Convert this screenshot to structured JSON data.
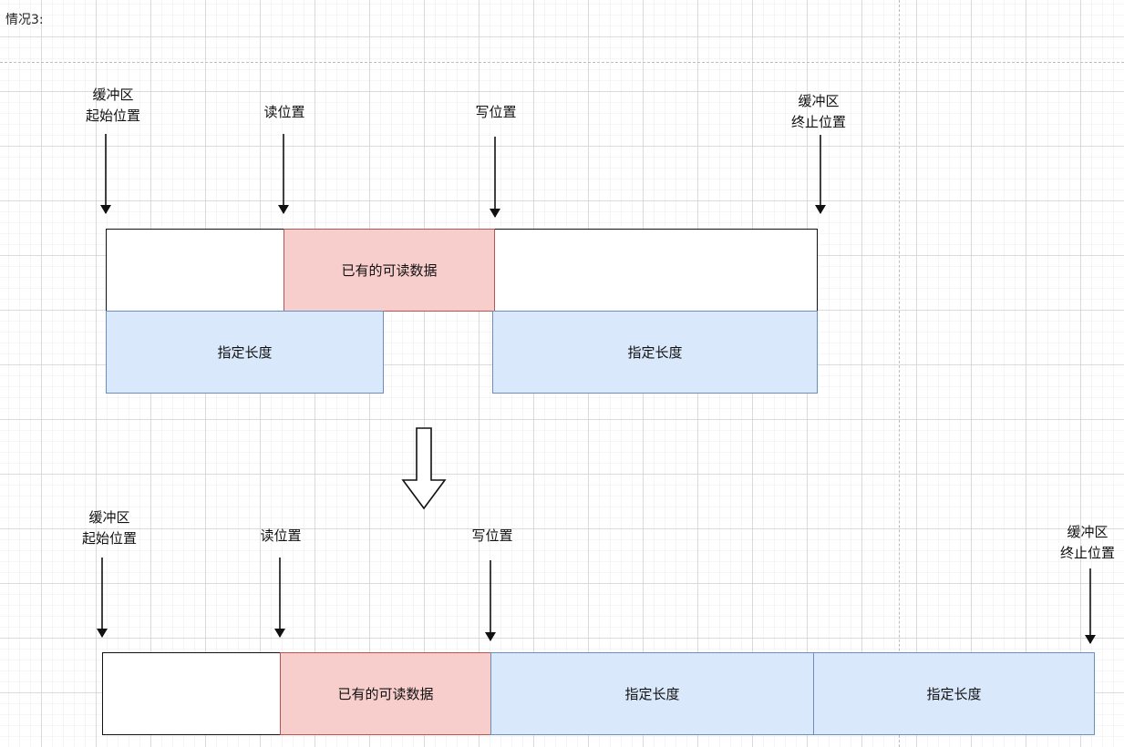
{
  "title": "情况3:",
  "labels": {
    "buffer_start": "缓冲区\n起始位置",
    "read_pos": "读位置",
    "write_pos": "写位置",
    "buffer_end": "缓冲区\n终止位置"
  },
  "boxes": {
    "readable": "已有的可读数据",
    "specified_length": "指定长度"
  },
  "colors": {
    "readable_fill": "#f8cecc",
    "readable_border": "#b85450",
    "length_fill": "#dae8fc",
    "length_border": "#6c8ebf"
  },
  "icons": [
    "down-arrow-icon",
    "hollow-down-arrow-icon"
  ]
}
